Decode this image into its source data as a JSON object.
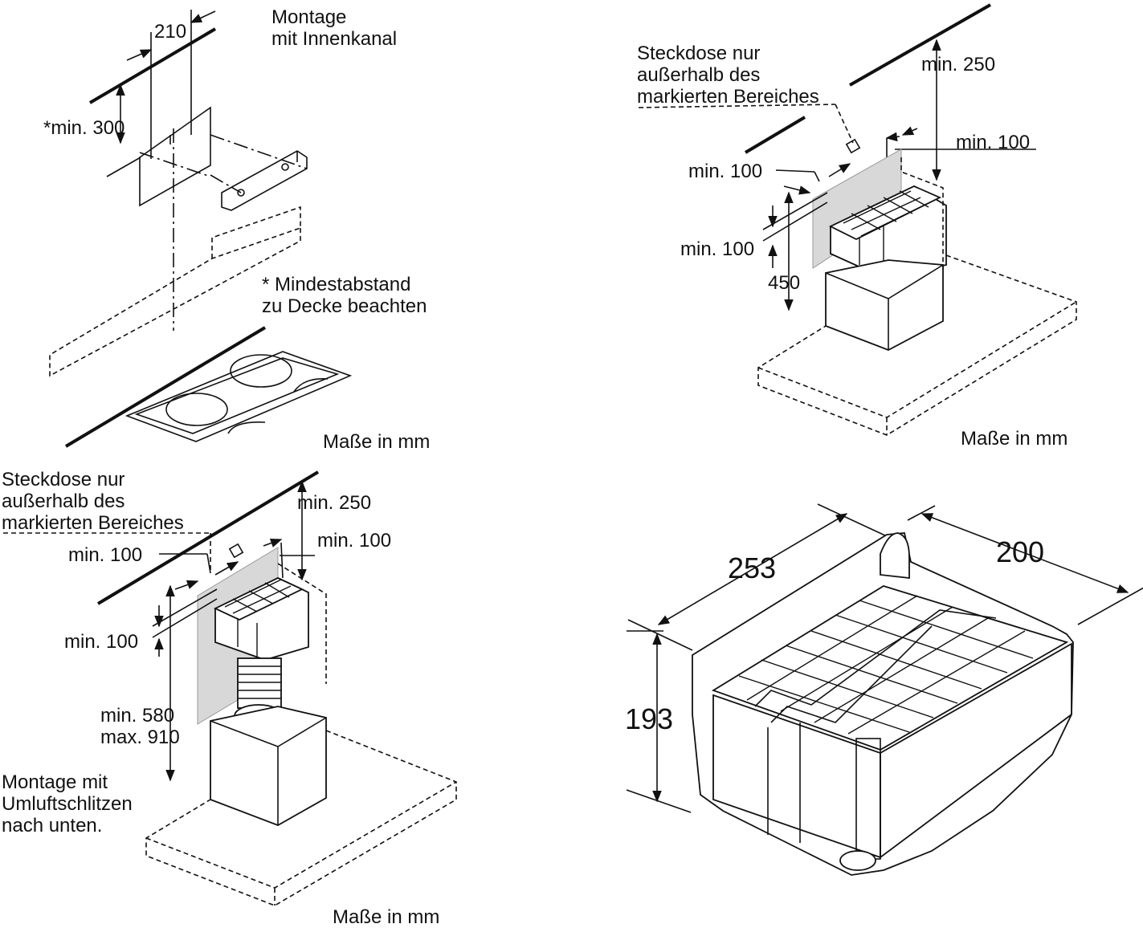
{
  "panel_top_left": {
    "dim_width": "210",
    "title": "Montage\nmit Innenkanal",
    "dim_min_ceiling": "*min. 300",
    "note": "* Mindestabstand\nzu Decke beachten",
    "units": "Maße in mm"
  },
  "panel_top_right": {
    "socket_note": "Steckdose nur\naußerhalb des\nmarkierten Bereiches",
    "dim_top": "min. 250",
    "dim_side_right": "min. 100",
    "dim_side_left": "min. 100",
    "dim_lower": "min. 100",
    "dim_height": "450",
    "units": "Maße in mm"
  },
  "panel_bottom_left": {
    "socket_note": "Steckdose nur\naußerhalb des\nmarkierten Bereiches",
    "dim_top": "min. 250",
    "dim_side_right": "min. 100",
    "dim_side_left": "min. 100",
    "dim_lower": "min. 100",
    "dim_height": "min. 580\nmax. 910",
    "mount_note": "Montage mit\nUmluftschlitzen\nnach unten.",
    "units": "Maße in mm"
  },
  "panel_bottom_right": {
    "dim_length": "253",
    "dim_depth": "200",
    "dim_height": "193"
  }
}
